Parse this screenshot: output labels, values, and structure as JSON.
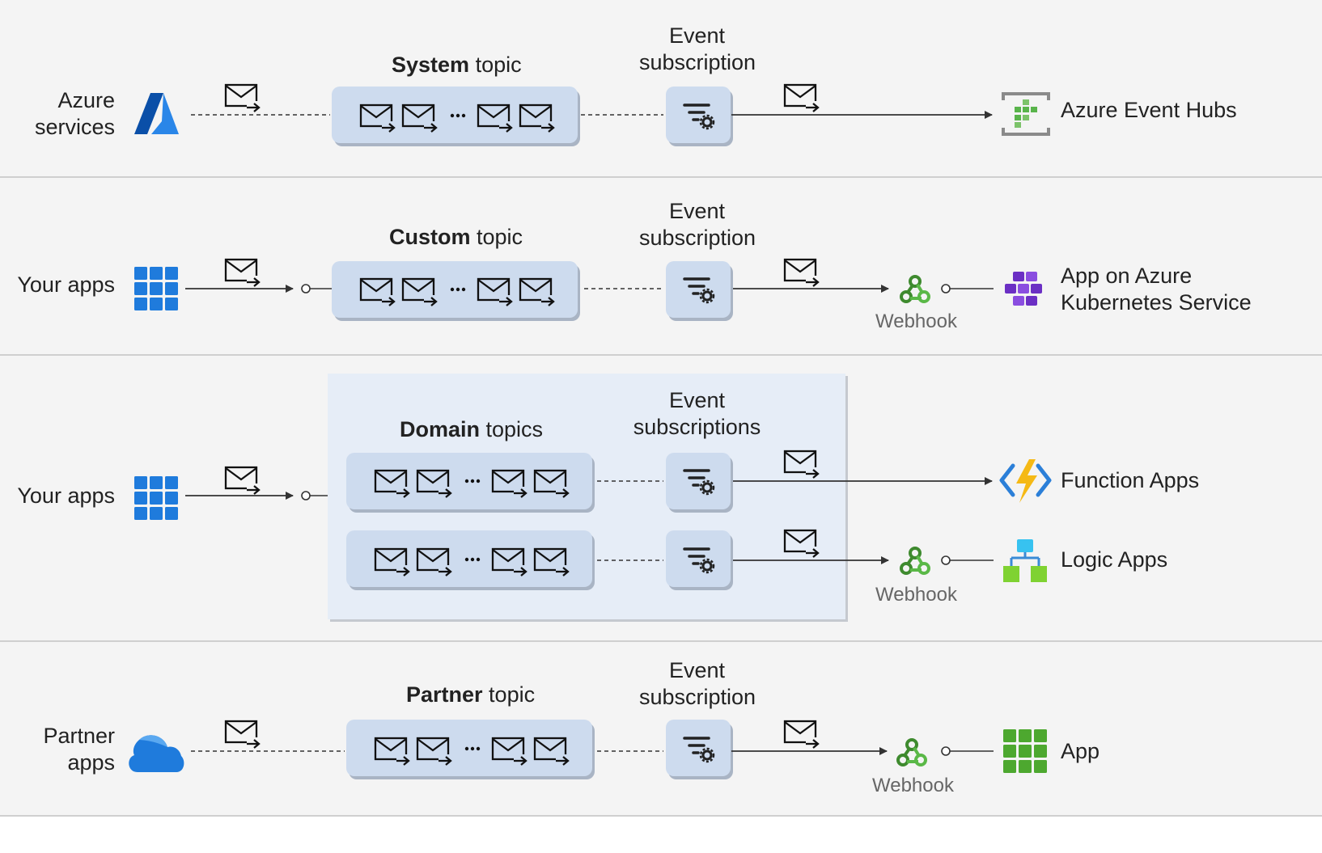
{
  "rows": [
    {
      "source_lines": [
        "Azure",
        "services"
      ],
      "topic_bold": "System",
      "topic_rest": " topic",
      "subscription_lines": [
        "Event",
        "subscription"
      ],
      "target": "Azure Event Hubs"
    },
    {
      "source": "Your apps",
      "topic_bold": "Custom",
      "topic_rest": " topic",
      "subscription_lines": [
        "Event",
        "subscription"
      ],
      "webhook": "Webhook",
      "target_lines": [
        "App on Azure",
        "Kubernetes Service"
      ]
    },
    {
      "source": "Your apps",
      "topic_bold": "Domain",
      "topic_rest": " topics",
      "subscription_lines": [
        "Event",
        "subscriptions"
      ],
      "targets": [
        "Function Apps",
        "Logic Apps"
      ],
      "webhook": "Webhook"
    },
    {
      "source_lines": [
        "Partner",
        "apps"
      ],
      "topic_bold": "Partner",
      "topic_rest": " topic",
      "subscription_lines": [
        "Event",
        "subscription"
      ],
      "webhook": "Webhook",
      "target": "App"
    }
  ],
  "ellipsis": "···",
  "icons": {
    "azure": "azure-logo-icon",
    "apps": "app-grid-icon",
    "cloud": "cloud-icon",
    "message": "envelope-arrow-icon",
    "filter": "filter-gear-icon",
    "webhook": "webhook-icon",
    "event_hubs": "event-hubs-icon",
    "aks": "kubernetes-icon",
    "functions": "function-app-icon",
    "logic": "logic-apps-icon",
    "app": "app-icon"
  },
  "colors": {
    "band": "#f4f4f4",
    "topic_box": "#cddbee",
    "domain_box": "#e6edf7",
    "azure_blue": "#0a62c9",
    "webhook_green": "#4aa13a"
  }
}
